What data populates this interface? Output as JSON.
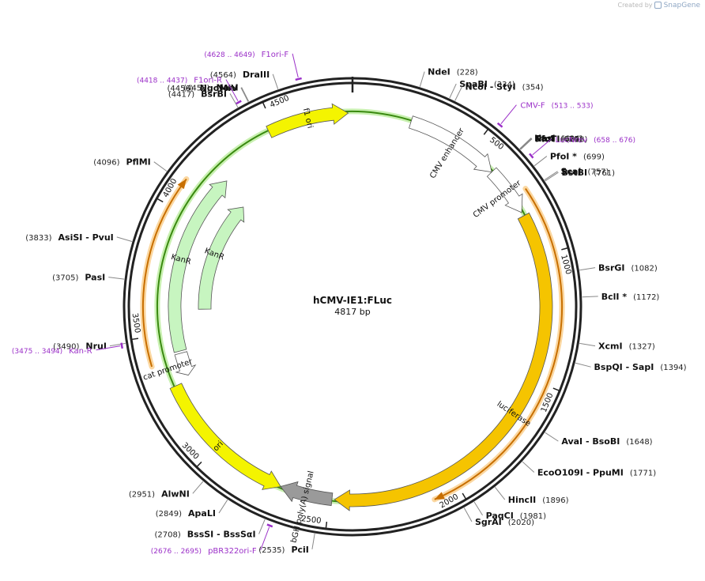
{
  "attribution": {
    "prefix": "Created by",
    "brand": "SnapGene"
  },
  "plasmid": {
    "name": "hCMV-IE1:FLuc",
    "size_label": "4817 bp",
    "length": 4817
  },
  "colors": {
    "backbone": "#222222",
    "site_line": "#888888",
    "primer": "#9b30c8",
    "luciferase": "#f5c400",
    "ori": "#f4f400",
    "kanr": "#c7f5c0",
    "polyA": "#9a9a9a",
    "cmv": "#ffffff",
    "orf": "#c86f00",
    "orf_green": "#3a8a10",
    "orf_halo": "#fbd7a0",
    "orf_green_halo": "#c8f0b0"
  },
  "ticks": [
    {
      "bp": 500,
      "label": "500"
    },
    {
      "bp": 1000,
      "label": "1000"
    },
    {
      "bp": 1500,
      "label": "1500"
    },
    {
      "bp": 2000,
      "label": "2000"
    },
    {
      "bp": 2500,
      "label": "2500"
    },
    {
      "bp": 3000,
      "label": "3000"
    },
    {
      "bp": 3500,
      "label": "3500"
    },
    {
      "bp": 4000,
      "label": "4000"
    },
    {
      "bp": 4500,
      "label": "4500"
    }
  ],
  "sites": [
    {
      "bp": 228,
      "name": "NdeI",
      "pos": "(228)"
    },
    {
      "bp": 334,
      "name": "SnaBI",
      "pos": "(334)"
    },
    {
      "bp": 354,
      "name": "NcoI - StyI",
      "pos": "(354)"
    },
    {
      "bp": 624,
      "name": "KasI",
      "pos": "(624)"
    },
    {
      "bp": 625,
      "name": "NarI",
      "pos": "(625)"
    },
    {
      "bp": 626,
      "name": "SfoI",
      "pos": "(626)"
    },
    {
      "bp": 628,
      "name": "PluTI",
      "pos": "(628)"
    },
    {
      "bp": 699,
      "name": "PfoI *",
      "pos": "(699)"
    },
    {
      "bp": 757,
      "name": "ScaI",
      "pos": "(757)"
    },
    {
      "bp": 761,
      "name": "BstBI",
      "pos": "(761)"
    },
    {
      "bp": 1082,
      "name": "BsrGI",
      "pos": "(1082)"
    },
    {
      "bp": 1172,
      "name": "BclI *",
      "pos": "(1172)"
    },
    {
      "bp": 1327,
      "name": "XcmI",
      "pos": "(1327)"
    },
    {
      "bp": 1394,
      "name": "BspQI - SapI",
      "pos": "(1394)"
    },
    {
      "bp": 1648,
      "name": "AvaI - BsoBI",
      "pos": "(1648)"
    },
    {
      "bp": 1771,
      "name": "EcoO109I - PpuMI",
      "pos": "(1771)"
    },
    {
      "bp": 1896,
      "name": "HincII",
      "pos": "(1896)"
    },
    {
      "bp": 1981,
      "name": "PaqCI",
      "pos": "(1981)"
    },
    {
      "bp": 2020,
      "name": "SgrAI",
      "pos": "(2020)"
    },
    {
      "bp": 2535,
      "name": "PciI",
      "pos": "(2535)"
    },
    {
      "bp": 2708,
      "name": "BssSI - BssSαI",
      "pos": "(2708)"
    },
    {
      "bp": 2849,
      "name": "ApaLI",
      "pos": "(2849)"
    },
    {
      "bp": 2951,
      "name": "AlwNI",
      "pos": "(2951)"
    },
    {
      "bp": 3490,
      "name": "NruI",
      "pos": "(3490)"
    },
    {
      "bp": 3705,
      "name": "PasI",
      "pos": "(3705)"
    },
    {
      "bp": 3833,
      "name": "AsiSI - PvuI",
      "pos": "(3833)"
    },
    {
      "bp": 4096,
      "name": "PflMI",
      "pos": "(4096)"
    },
    {
      "bp": 4417,
      "name": "BsrBI",
      "pos": "(4417)"
    },
    {
      "bp": 4456,
      "name": "NgoMIV",
      "pos": "(4456)"
    },
    {
      "bp": 4458,
      "name": "NaeI",
      "pos": "(4458)"
    },
    {
      "bp": 4564,
      "name": "DraIII",
      "pos": "(4564)"
    }
  ],
  "primers": [
    {
      "start": 4628,
      "end": 4649,
      "name": "F1ori-F",
      "range": "(4628 .. 4649)"
    },
    {
      "start": 4418,
      "end": 4437,
      "name": "F1ori-R",
      "range": "(4418 .. 4437)"
    },
    {
      "start": 513,
      "end": 533,
      "name": "CMV-F",
      "range": "(513 .. 533)"
    },
    {
      "start": 658,
      "end": 676,
      "name": "LucNrev",
      "range": "(658 .. 676)"
    },
    {
      "start": 3475,
      "end": 3494,
      "name": "Kan-R",
      "range": "(3475 .. 3494)"
    },
    {
      "start": 2676,
      "end": 2695,
      "name": "pBR322ori-F",
      "range": "(2676 .. 2695)"
    }
  ],
  "features": [
    {
      "name": "CMV enhancer",
      "start": 235,
      "end": 615,
      "dir": 1,
      "type": "cmv"
    },
    {
      "name": "CMV promoter",
      "start": 615,
      "end": 815,
      "dir": 1,
      "type": "cmv"
    },
    {
      "name": "luciferase",
      "start": 830,
      "end": 2480,
      "dir": 1,
      "type": "luciferase"
    },
    {
      "name": "bGH poly(A) signal",
      "start": 2490,
      "end": 2700,
      "dir": 1,
      "type": "polyA"
    },
    {
      "name": "ori",
      "start": 2700,
      "end": 3290,
      "dir": -1,
      "type": "ori"
    },
    {
      "name": "cat promoter",
      "start": 3310,
      "end": 3410,
      "dir": -1,
      "type": "cmv"
    },
    {
      "name": "KanR",
      "start": 3420,
      "end": 4215,
      "dir": 1,
      "type": "kanr"
    },
    {
      "name": "KanR",
      "start": 3600,
      "end": 4180,
      "dir": 1,
      "type": "kanr"
    },
    {
      "name": "f1 ori",
      "start": 4475,
      "end": 4800,
      "dir": 1,
      "type": "ori"
    }
  ]
}
